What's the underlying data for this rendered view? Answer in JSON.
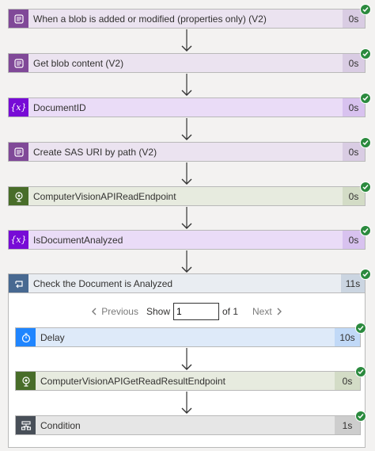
{
  "steps": [
    {
      "label": "When a blob is added or modified (properties only) (V2)",
      "duration": "0s",
      "icon": "blob-storage-icon"
    },
    {
      "label": "Get blob content (V2)",
      "duration": "0s",
      "icon": "blob-storage-icon"
    },
    {
      "label": "DocumentID",
      "duration": "0s",
      "icon": "variable-icon"
    },
    {
      "label": "Create SAS URI by path (V2)",
      "duration": "0s",
      "icon": "blob-storage-icon"
    },
    {
      "label": "ComputerVisionAPIReadEndpoint",
      "duration": "0s",
      "icon": "computer-vision-icon"
    },
    {
      "label": "IsDocumentAnalyzed",
      "duration": "0s",
      "icon": "variable-icon"
    }
  ],
  "loop": {
    "label": "Check the Document is Analyzed",
    "duration": "11s",
    "icon": "until-loop-icon",
    "pager": {
      "previous": "Previous",
      "show": "Show",
      "page_value": "1",
      "of": "of 1",
      "next": "Next"
    },
    "inner_steps": [
      {
        "label": "Delay",
        "duration": "10s",
        "icon": "timer-icon"
      },
      {
        "label": "ComputerVisionAPIGetReadResultEndpoint",
        "duration": "0s",
        "icon": "computer-vision-icon"
      },
      {
        "label": "Condition",
        "duration": "1s",
        "icon": "condition-icon"
      }
    ]
  },
  "colors": {
    "blob_icon_bg": "#804998",
    "blob_card_bg": "#ebe3f0",
    "blob_dur_bg": "#d9cce3",
    "var_icon_bg": "#770bd6",
    "var_card_bg": "#eadcf7",
    "var_dur_bg": "#d8c2ef",
    "cv_icon_bg": "#486d29",
    "cv_card_bg": "#e7ebdf",
    "cv_dur_bg": "#d3dcc6",
    "loop_icon_bg": "#486991",
    "loop_card_bg": "#e9edf2",
    "loop_dur_bg": "#cbd5e1",
    "timer_icon_bg": "#1f85ff",
    "timer_card_bg": "#deeaf9",
    "timer_dur_bg": "#c1d9f7",
    "cond_icon_bg": "#484f58",
    "cond_card_bg": "#e6e6e6",
    "cond_dur_bg": "#cdcdcd",
    "success": "#2b8a3e"
  }
}
